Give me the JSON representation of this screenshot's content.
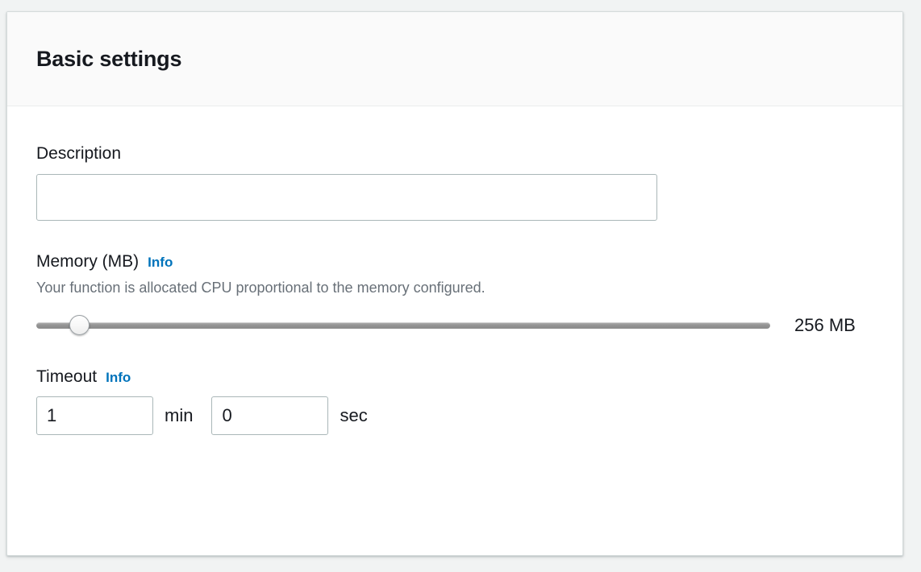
{
  "panel": {
    "title": "Basic settings"
  },
  "description_field": {
    "label": "Description",
    "value": "",
    "placeholder": ""
  },
  "memory_field": {
    "label": "Memory (MB)",
    "info_label": "Info",
    "description": "Your function is allocated CPU proportional to the memory configured.",
    "value_label": "256 MB",
    "slider_value": 256,
    "slider_percent": 5.8
  },
  "timeout_field": {
    "label": "Timeout",
    "info_label": "Info",
    "minutes_value": "1",
    "minutes_unit": "min",
    "seconds_value": "0",
    "seconds_unit": "sec"
  },
  "colors": {
    "page_background": "#f1f3f3",
    "card_background": "#ffffff",
    "header_background": "#fafafa",
    "border": "#d5dbdb",
    "input_border": "#aab7b8",
    "link_blue": "#0073bb",
    "text_primary": "#16191f",
    "text_secondary": "#687078",
    "slider_track": "#949494"
  }
}
